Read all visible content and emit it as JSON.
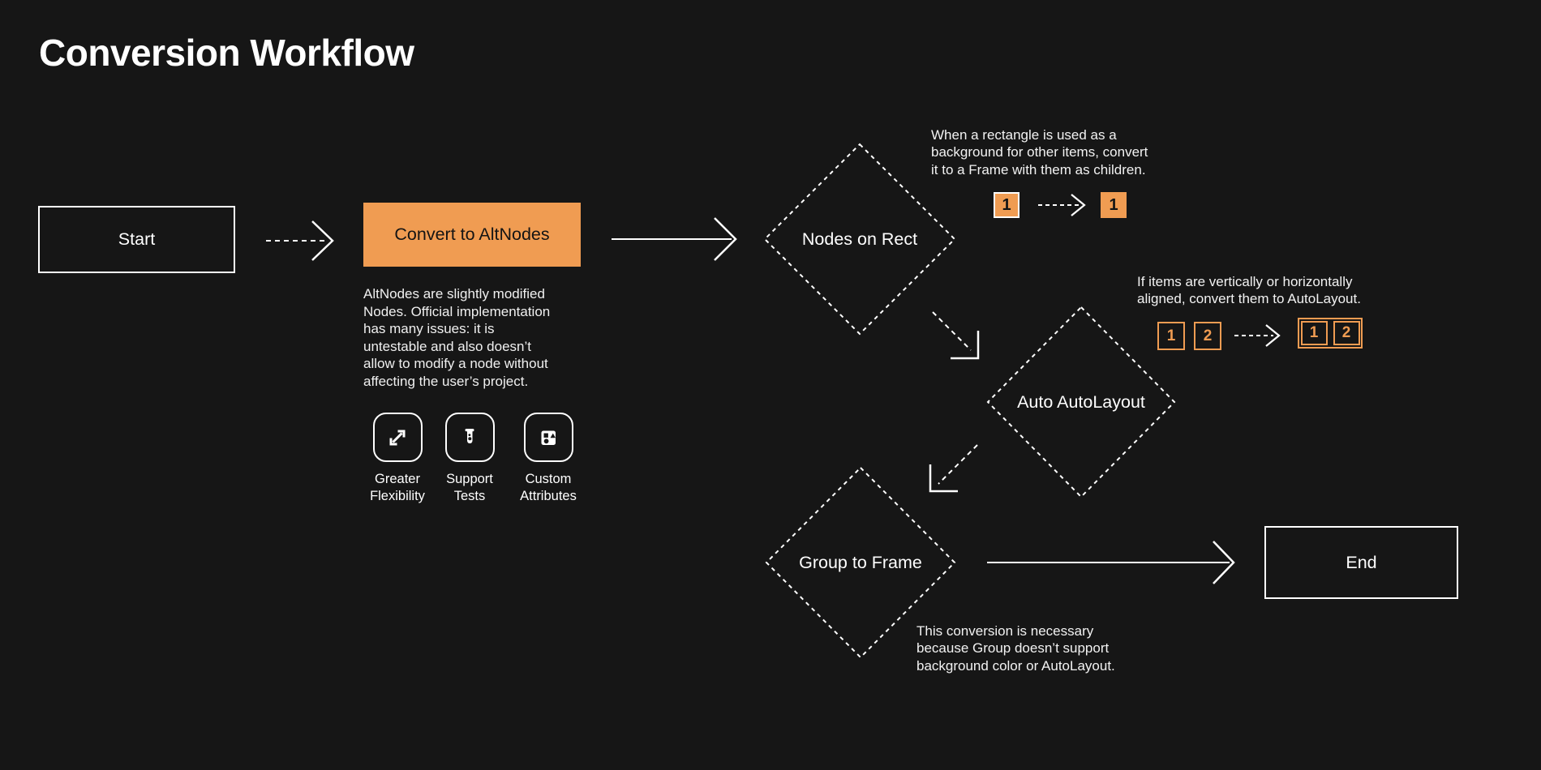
{
  "title": "Conversion Workflow",
  "colors": {
    "background": "#161616",
    "accent_orange": "#F09C52",
    "stroke_white": "#FFFFFF"
  },
  "nodes": {
    "start": {
      "label": "Start"
    },
    "convert": {
      "label": "Convert to AltNodes"
    },
    "nodes_on_rect": {
      "label": "Nodes on Rect"
    },
    "auto_autolayout": {
      "label": "Auto AutoLayout"
    },
    "group_to_frame": {
      "label": "Group to Frame"
    },
    "end": {
      "label": "End"
    }
  },
  "convert_description": "AltNodes are slightly modified\nNodes. Official implementation\nhas many issues: it is\nuntestable and also doesn’t\nallow to modify a node without\naffecting the user’s project.",
  "features": [
    {
      "icon": "expand-arrows-icon",
      "label": "Greater\nFlexibility"
    },
    {
      "icon": "test-tube-icon",
      "label": "Support\nTests"
    },
    {
      "icon": "shapes-icon",
      "label": "Custom\nAttributes"
    }
  ],
  "annotations": {
    "rect_note": {
      "text": "When a rectangle is used as a\nbackground for other items, convert\nit to a Frame with them as children.",
      "chip_before": "1",
      "chip_after": "1"
    },
    "autolayout_note": {
      "text": "If items are vertically or horizontally\naligned, convert them to AutoLayout.",
      "chips_before": [
        "1",
        "2"
      ],
      "chips_after": [
        "1",
        "2"
      ]
    },
    "frame_note": {
      "text": "This conversion is necessary\nbecause Group doesn’t support\nbackground color or AutoLayout."
    }
  }
}
